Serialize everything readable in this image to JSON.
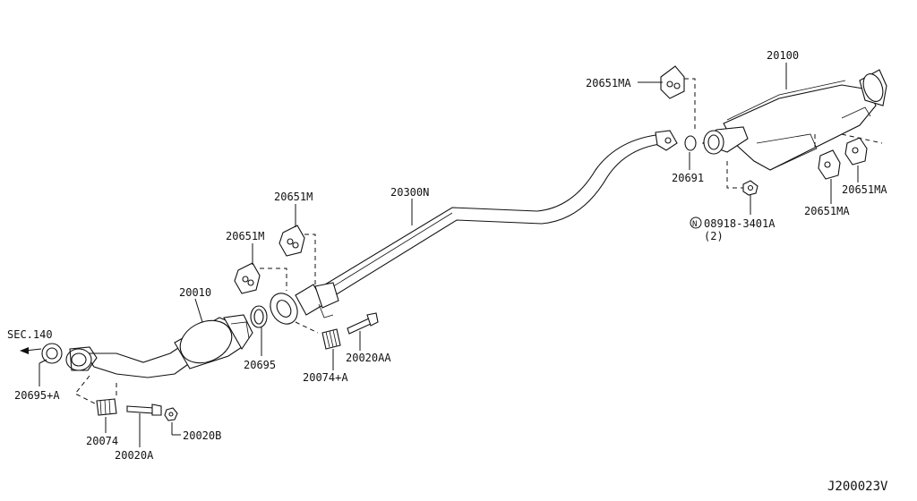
{
  "diagram_code": "J200023V",
  "reference": "SEC.140",
  "labels": {
    "p20100": "20100",
    "p20651MA_top": "20651MA",
    "p20651MA_r1": "20651MA",
    "p20651MA_r2": "20651MA",
    "p20691": "20691",
    "p08918": "08918-3401A",
    "p08918_qty": "(2)",
    "p08918_prefix": "N",
    "p20300N": "20300N",
    "p20651M_a": "20651M",
    "p20651M_b": "20651M",
    "p20010": "20010",
    "p20695": "20695",
    "p20074A": "20074+A",
    "p20020AA": "20020AA",
    "p20695A": "20695+A",
    "p20074": "20074",
    "p20020A": "20020A",
    "p20020B": "20020B"
  }
}
